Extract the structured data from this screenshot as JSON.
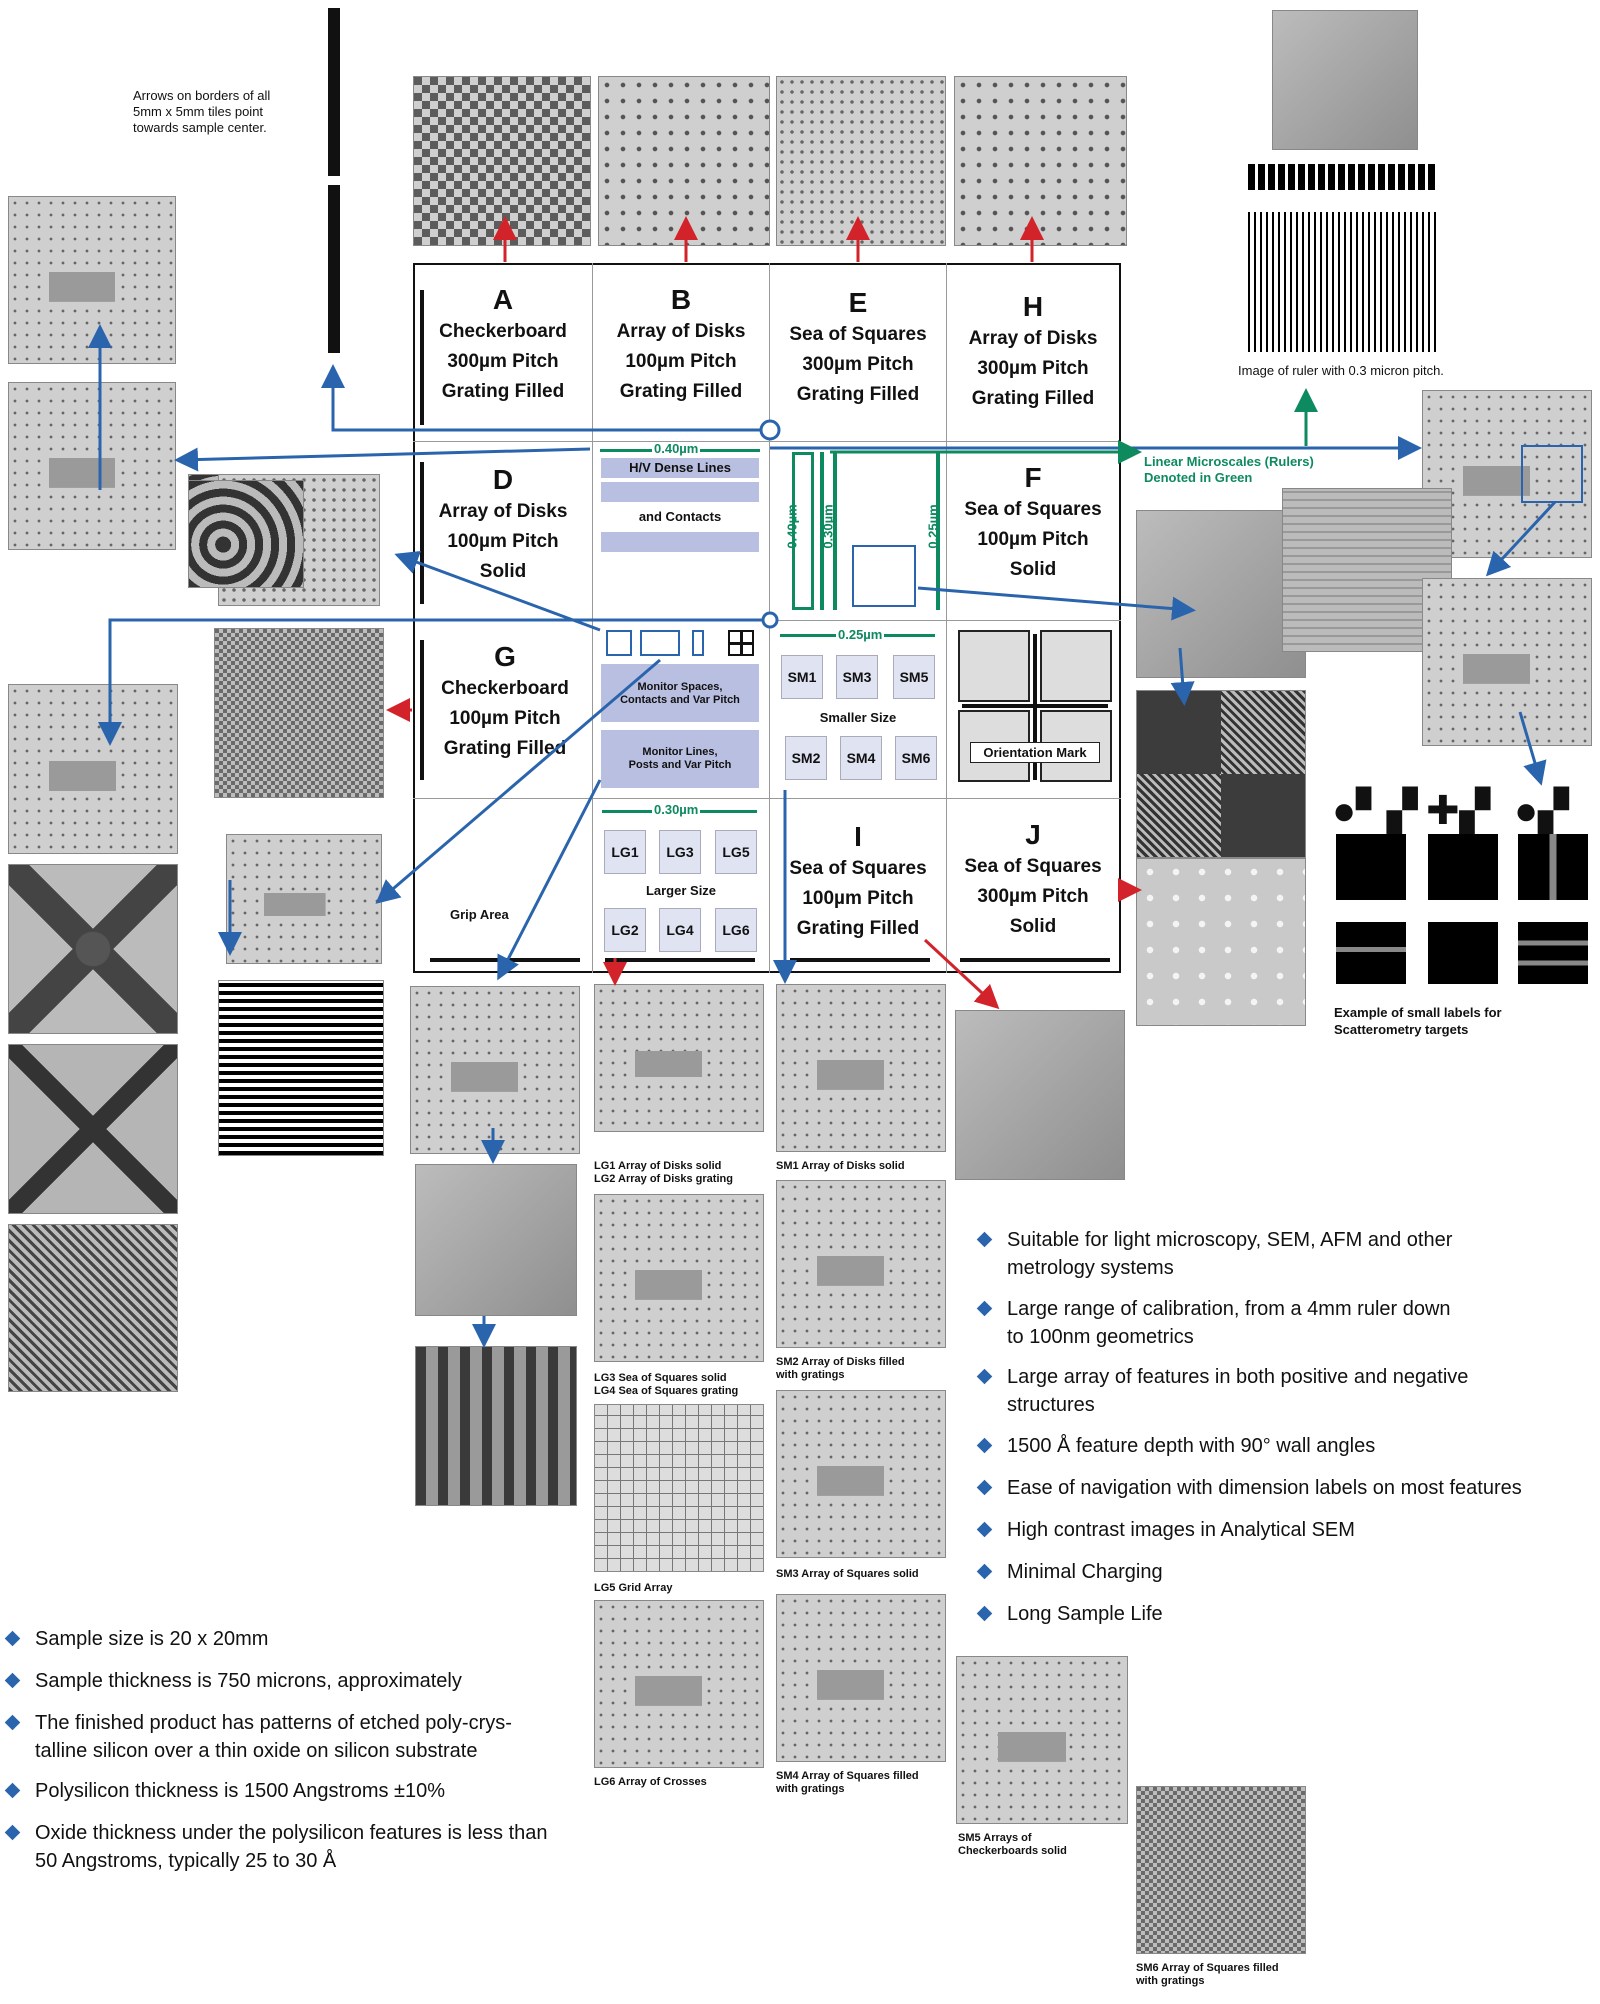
{
  "notes": {
    "arrows": "Arrows on borders of all\n5mm x 5mm tiles point\ntowards sample center.",
    "ruler": "Image of ruler with 0.3 micron pitch.",
    "microscales": "Linear Microscales (Rulers)\nDenoted in Green",
    "scatterometry": "Example of small labels for\nScatterometry targets"
  },
  "tiles": {
    "A": {
      "letter": "A",
      "line1": "Checkerboard",
      "line2": "300µm Pitch",
      "line3": "Grating Filled"
    },
    "B": {
      "letter": "B",
      "line1": "Array of Disks",
      "line2": "100µm Pitch",
      "line3": "Grating Filled"
    },
    "E": {
      "letter": "E",
      "line1": "Sea of Squares",
      "line2": "300µm Pitch",
      "line3": "Grating Filled"
    },
    "H": {
      "letter": "H",
      "line1": "Array of Disks",
      "line2": "300µm Pitch",
      "line3": "Grating Filled"
    },
    "D": {
      "letter": "D",
      "line1": "Array of Disks",
      "line2": "100µm Pitch",
      "line3": "Solid"
    },
    "F": {
      "letter": "F",
      "line1": "Sea of Squares",
      "line2": "100µm Pitch",
      "line3": "Solid"
    },
    "G": {
      "letter": "G",
      "line1": "Checkerboard",
      "line2": "100µm Pitch",
      "line3": "Grating Filled"
    },
    "I": {
      "letter": "I",
      "line1": "Sea of Squares",
      "line2": "100µm Pitch",
      "line3": "Grating Filled"
    },
    "J": {
      "letter": "J",
      "line1": "Sea of Squares",
      "line2": "300µm Pitch",
      "line3": "Solid"
    }
  },
  "center": {
    "dim_040": "0.40µm",
    "hv_lines": "H/V Dense Lines",
    "contacts": "and Contacts",
    "dim_040v": "0.40µm",
    "dim_030v": "0.30µm",
    "dim_025v": "0.25µm",
    "dim_025": "0.25µm",
    "monitor_spaces": "Monitor Spaces,\nContacts and Var Pitch",
    "monitor_lines": "Monitor Lines,\nPosts and Var Pitch",
    "sm": [
      "SM1",
      "SM3",
      "SM5",
      "SM2",
      "SM4",
      "SM6"
    ],
    "smaller": "Smaller Size",
    "orientation": "Orientation Mark",
    "grip": "Grip Area",
    "dim_030": "0.30µm",
    "lg": [
      "LG1",
      "LG3",
      "LG5",
      "LG2",
      "LG4",
      "LG6"
    ],
    "larger": "Larger Size"
  },
  "captions": {
    "lg12": "LG1 Array of Disks solid\nLG2 Array of Disks grating",
    "lg34": "LG3 Sea of Squares solid\nLG4 Sea of Squares grating",
    "lg5": "LG5 Grid Array",
    "lg6": "LG6 Array of Crosses",
    "sm1": "SM1 Array of Disks solid",
    "sm2": "SM2 Array of Disks filled\nwith gratings",
    "sm3": "SM3 Array of Squares solid",
    "sm4": "SM4 Array of Squares filled\nwith gratings",
    "sm5": "SM5 Arrays of\nCheckerboards solid",
    "sm6": "SM6 Array of Squares filled\nwith gratings"
  },
  "features_right": [
    "Suitable for light microscopy, SEM, AFM and other\nmetrology systems",
    "Large range of calibration, from a 4mm ruler down\nto 100nm geometrics",
    "Large array of features in both positive and negative\nstructures",
    "1500 Å feature depth with 90° wall angles",
    "Ease of navigation with dimension labels on most features",
    "High contrast images in Analytical SEM",
    "Minimal Charging",
    "Long Sample Life"
  ],
  "features_left": [
    "Sample size is 20 x 20mm",
    "Sample thickness is 750 microns, approximately",
    "The finished product has patterns of etched poly-crys-\ntalline silicon over a thin oxide on silicon substrate",
    "Polysilicon thickness is 1500 Angstroms ±10%",
    "Oxide thickness under the polysilicon features is less than\n50 Angstroms, typically 25 to 30 Å"
  ],
  "colors": {
    "blue": "#2a64ad",
    "red": "#d2232a",
    "green": "#0e8a5f"
  }
}
